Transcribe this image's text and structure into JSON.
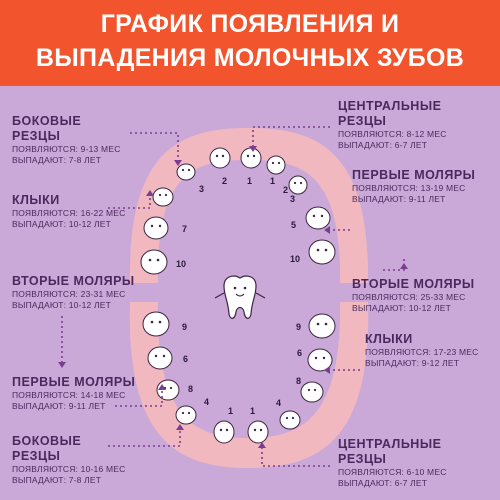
{
  "title": {
    "line1": "ГРАФИК ПОЯВЛЕНИЯ И",
    "line2": "ВЫПАДЕНИЯ МОЛОЧНЫХ ЗУБОВ"
  },
  "colors": {
    "header": "#f2542d",
    "background": "#caa9d8",
    "gum": "#f2b8c0",
    "text": "#4a2a5e",
    "tooth": "#ffffff"
  },
  "labels": {
    "top_left_lateral": {
      "name1": "БОКОВЫЕ",
      "name2": "РЕЗЦЫ",
      "appear": "ПОЯВЛЯЮТСЯ: 9-13 МЕС",
      "fall": "ВЫПАДАЮТ: 7-8 ЛЕТ"
    },
    "top_left_canine": {
      "name1": "КЛЫКИ",
      "appear": "ПОЯВЛЯЮТСЯ: 16-22 МЕС",
      "fall": "ВЫПАДАЮТ: 10-12 ЛЕТ"
    },
    "left_second_molar": {
      "name1": "ВТОРЫЕ МОЛЯРЫ",
      "appear": "ПОЯВЛЯЮТСЯ: 23-31 МЕС",
      "fall": "ВЫПАДАЮТ: 10-12 ЛЕТ"
    },
    "left_first_molar": {
      "name1": "ПЕРВЫЕ МОЛЯРЫ",
      "appear": "ПОЯВЛЯЮТСЯ: 14-18 МЕС",
      "fall": "ВЫПАДАЮТ: 9-11 ЛЕТ"
    },
    "bottom_left_lateral": {
      "name1": "БОКОВЫЕ",
      "name2": "РЕЗЦЫ",
      "appear": "ПОЯВЛЯЮТСЯ: 10-16 МЕС",
      "fall": "ВЫПАДАЮТ: 7-8 ЛЕТ"
    },
    "top_right_central": {
      "name1": "ЦЕНТРАЛЬНЫЕ",
      "name2": "РЕЗЦЫ",
      "appear": "ПОЯВЛЯЮТСЯ: 8-12 МЕС",
      "fall": "ВЫПАДАЮТ: 6-7 ЛЕТ"
    },
    "top_right_first_molar": {
      "name1": "ПЕРВЫЕ МОЛЯРЫ",
      "appear": "ПОЯВЛЯЮТСЯ: 13-19 МЕС",
      "fall": "ВЫПАДАЮТ: 9-11 ЛЕТ"
    },
    "right_second_molar": {
      "name1": "ВТОРЫЕ МОЛЯРЫ",
      "appear": "ПОЯВЛЯЮТСЯ: 25-33 МЕС",
      "fall": "ВЫПАДАЮТ: 10-12 ЛЕТ"
    },
    "right_canine": {
      "name1": "КЛЫКИ",
      "appear": "ПОЯВЛЯЮТСЯ: 17-23 МЕС",
      "fall": "ВЫПАДАЮТ: 9-12 ЛЕТ"
    },
    "bottom_right_central": {
      "name1": "ЦЕНТРАЛЬНЫЕ",
      "name2": "РЕЗЦЫ",
      "appear": "ПОЯВЛЯЮТСЯ: 6-10 МЕС",
      "fall": "ВЫПАДАЮТ: 6-7 ЛЕТ"
    }
  },
  "tooth_numbers": {
    "upper": [
      "10",
      "7",
      "3",
      "2",
      "1",
      "1",
      "2",
      "3",
      "5",
      "10"
    ],
    "lower": [
      "9",
      "6",
      "8",
      "4",
      "1",
      "1",
      "4",
      "8",
      "6",
      "9"
    ]
  }
}
